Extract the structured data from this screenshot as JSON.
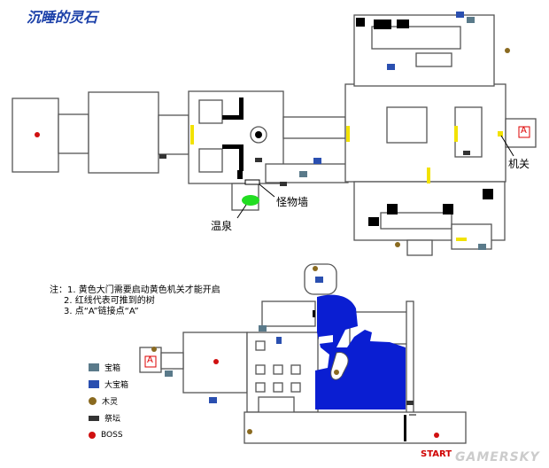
{
  "title": "沉睡的灵石",
  "labels": {
    "monster_wall": "怪物墙",
    "hot_spring": "温泉",
    "mechanism": "机关",
    "link_a": "A",
    "start": "START"
  },
  "notes": [
    "注：1. 黄色大门需要启动黄色机关才能开启",
    "2. 红线代表可推到的树",
    "3. 点“A”链接点“A”"
  ],
  "legend": [
    {
      "icon": "chest-icon",
      "label": "宝箱",
      "color": "#5a7a8a"
    },
    {
      "icon": "big-chest-icon",
      "label": "大宝箱",
      "color": "#2a4fb0"
    },
    {
      "icon": "wood-spirit-icon",
      "label": "木灵",
      "color": "#8a6a20"
    },
    {
      "icon": "altar-icon",
      "label": "祭坛",
      "color": "#333333"
    },
    {
      "icon": "boss-icon",
      "label": "BOSS",
      "color": "#d01010"
    }
  ],
  "watermark": "GAMERSKY",
  "colors": {
    "water": "#0a1ed2",
    "yellow_gate": "#f2e200",
    "hot_spring": "#22dd22",
    "title": "#1a3fa8"
  }
}
